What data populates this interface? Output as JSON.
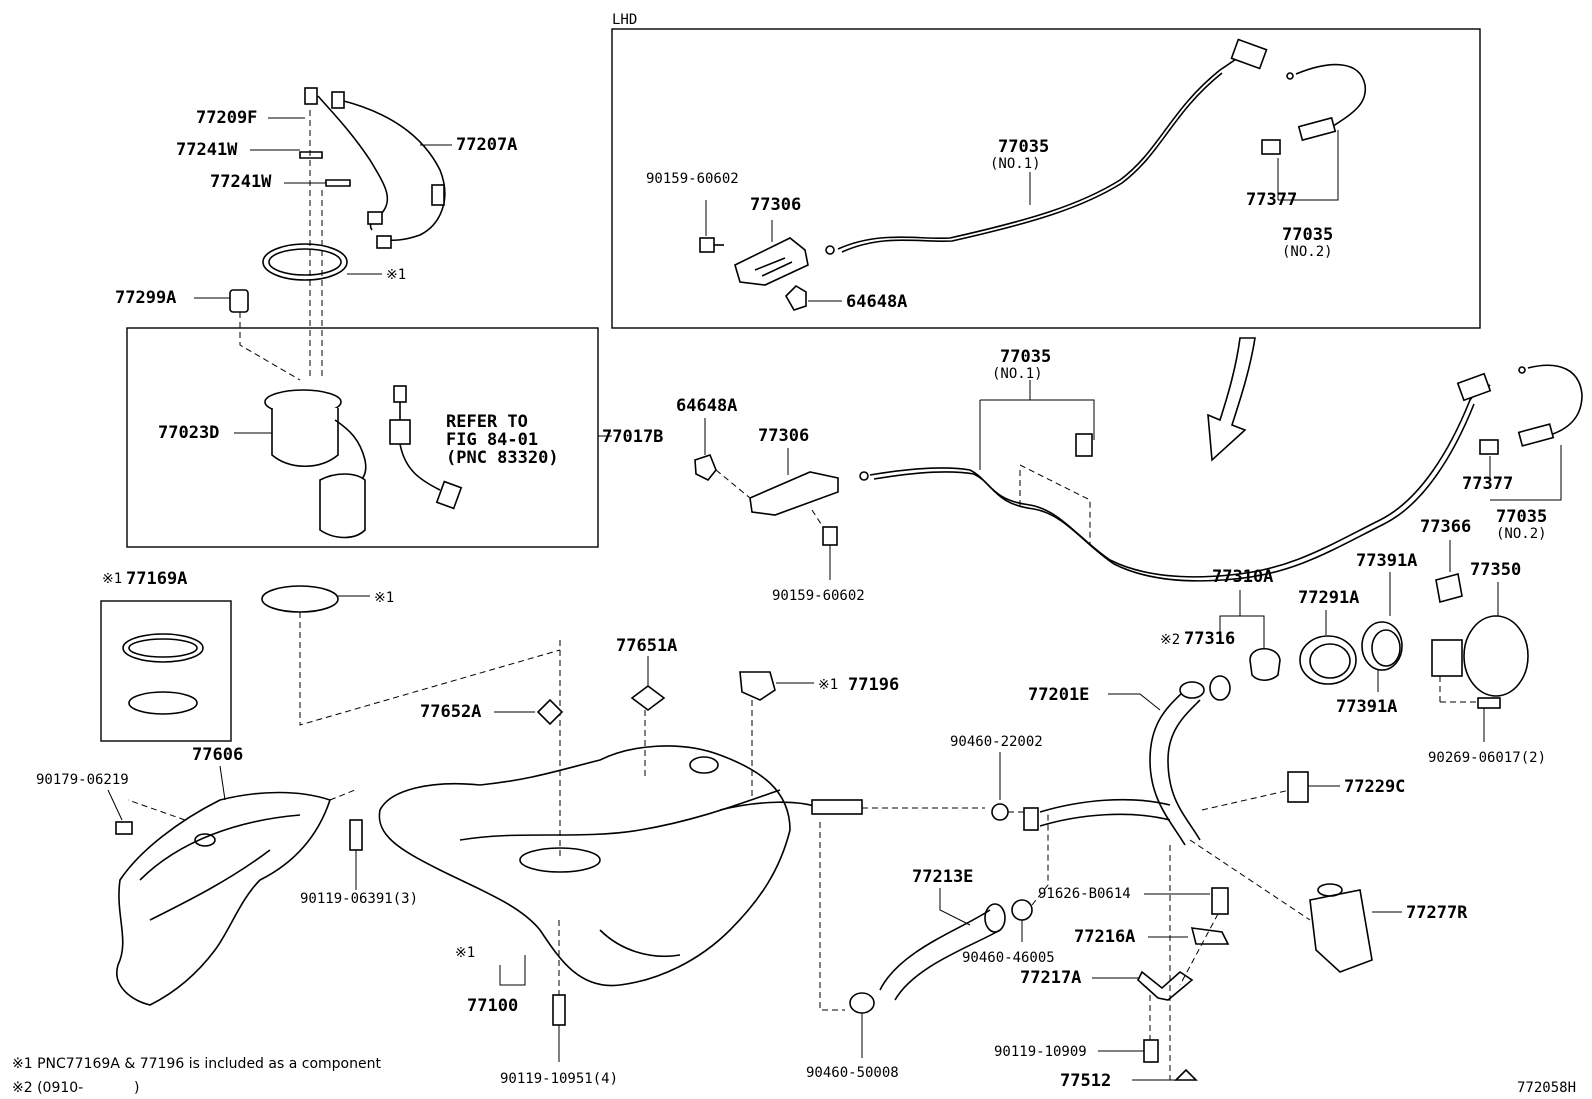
{
  "diagram": {
    "inset_title": "LHD",
    "figure_number": "772058H",
    "notes": [
      "※1 PNC77169A & 77196 is included as a component",
      "※2 (0910-",
      ")"
    ],
    "refer_text": [
      "REFER TO",
      "FIG 84-01",
      "(PNC 83320)"
    ],
    "markers": {
      "m1": "※1",
      "m2": "※2"
    },
    "labels": {
      "p77209F": "77209F",
      "p77241W_a": "77241W",
      "p77241W_b": "77241W",
      "p77207A": "77207A",
      "p77299A": "77299A",
      "p77023D": "77023D",
      "p77017B": "77017B",
      "p77169A": "77169A",
      "p77606": "77606",
      "p90179": "90179-06219",
      "p90119_06391": "90119-06391(3)",
      "p77100": "77100",
      "p90119_10951": "90119-10951(4)",
      "p77652A": "77652A",
      "p77651A": "77651A",
      "p77196": "77196",
      "p64648A_main": "64648A",
      "p77306_main": "77306",
      "p90159_main": "90159-60602",
      "p77035_main": "77035",
      "p77035_main_no1": "(NO.1)",
      "p77377_main": "77377",
      "p77035_main2": "77035",
      "p77035_main2_no2": "(NO.2)",
      "p77366": "77366",
      "p77391A_top": "77391A",
      "p77350": "77350",
      "p77310A": "77310A",
      "p77291A": "77291A",
      "p77316": "77316",
      "p77391A_bot": "77391A",
      "p77201E": "77201E",
      "p90269": "90269-06017(2)",
      "p90460_22002": "90460-22002",
      "p77229C": "77229C",
      "p77213E": "77213E",
      "p91626": "91626-B0614",
      "p77277R": "77277R",
      "p90460_46005": "90460-46005",
      "p77216A": "77216A",
      "p77217A": "77217A",
      "p90119_10909": "90119-10909",
      "p90460_50008": "90460-50008",
      "p77512": "77512",
      "lhd_90159": "90159-60602",
      "lhd_77306": "77306",
      "lhd_64648A": "64648A",
      "lhd_77035": "77035",
      "lhd_77035_no1": "(NO.1)",
      "lhd_77377": "77377",
      "lhd_77035b": "77035",
      "lhd_77035b_no2": "(NO.2)"
    }
  }
}
